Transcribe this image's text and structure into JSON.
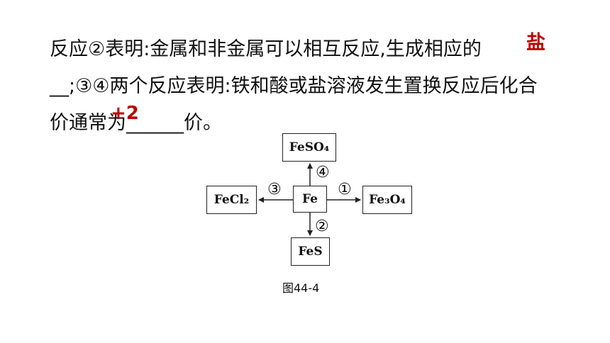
{
  "text": {
    "line1": "反应②表明:金属和非金属可以相互反应,生成相应的",
    "line2": "__;③④两个反应表明:铁和酸或盐溶液发生置换反应后化合",
    "line3": "价通常为______价。"
  },
  "answers": {
    "blank1": "盐",
    "blank2": "+2",
    "color": "#c00000"
  },
  "diagram": {
    "center": "Fe",
    "top": "FeSO₄",
    "left": "FeCl₂",
    "right": "Fe₃O₄",
    "bottom": "FeS",
    "labels": {
      "top": "④",
      "right": "①",
      "left": "③",
      "bottom": "②"
    }
  },
  "caption": "图44-4"
}
